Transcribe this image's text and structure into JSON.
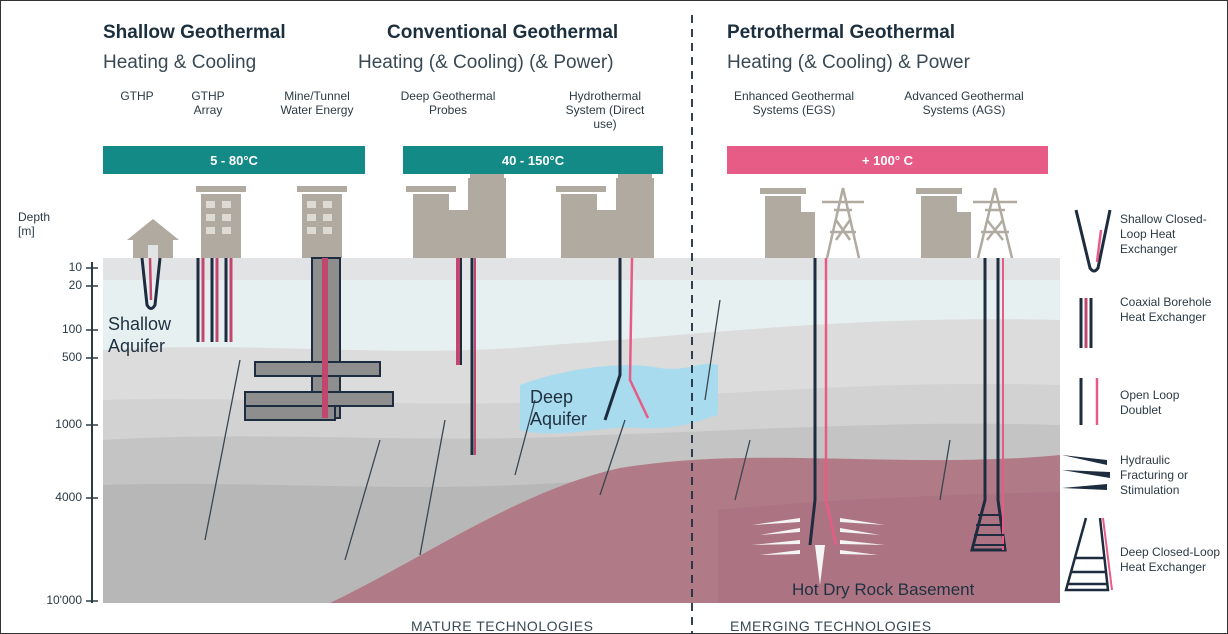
{
  "categories": {
    "shallow": {
      "title": "Shallow Geothermal",
      "subtitle": "Heating & Cooling"
    },
    "conventional": {
      "title": "Conventional Geothermal",
      "subtitle": "Heating (& Cooling) (& Power)"
    },
    "petrothermal": {
      "title": "Petrothermal Geothermal",
      "subtitle": "Heating (& Cooling) & Power"
    }
  },
  "technologies": {
    "gthp": "GTHP",
    "gthp_array": "GTHP Array",
    "mine": "Mine/Tunnel Water Energy",
    "deep_probes": "Deep Geothermal Probes",
    "hydrothermal": "Hydrothermal System (Direct use)",
    "egs": "Enhanced Geothermal Systems (EGS)",
    "ags": "Advanced Geothermal Systems (AGS)"
  },
  "temperature_bands": {
    "shallow": "5 - 80°C",
    "conventional": "40 - 150°C",
    "petrothermal": "+ 100° C"
  },
  "depth_axis": {
    "label": "Depth [m]",
    "ticks": [
      "10",
      "20",
      "100",
      "500",
      "1000",
      "4000",
      "10'000"
    ]
  },
  "geology_labels": {
    "shallow_aquifer": "Shallow Aquifer",
    "deep_aquifer": "Deep Aquifer",
    "basement": "Hot Dry Rock Basement"
  },
  "legend": [
    {
      "label": "Shallow Closed-Loop Heat Exchanger",
      "icon": "u-loop-icon"
    },
    {
      "label": "Coaxial Borehole Heat Exchanger",
      "icon": "coaxial-icon"
    },
    {
      "label": "Open Loop Doublet",
      "icon": "doublet-icon"
    },
    {
      "label": "Hydraulic Fracturing or Stimulation",
      "icon": "fracture-icon"
    },
    {
      "label": "Deep Closed-Loop Heat Exchanger",
      "icon": "deep-loop-icon"
    }
  ],
  "footer": {
    "mature": "MATURE TECHNOLOGIES",
    "emerging": "EMERGING TECHNOLOGIES"
  },
  "colors": {
    "teal": "#138a86",
    "pink": "#e75c86",
    "navy": "#1d2c3f",
    "magenta": "#c2476f",
    "building": "#b0aaa0",
    "basement": "#b17a87",
    "aquifer": "#a9dbee"
  }
}
